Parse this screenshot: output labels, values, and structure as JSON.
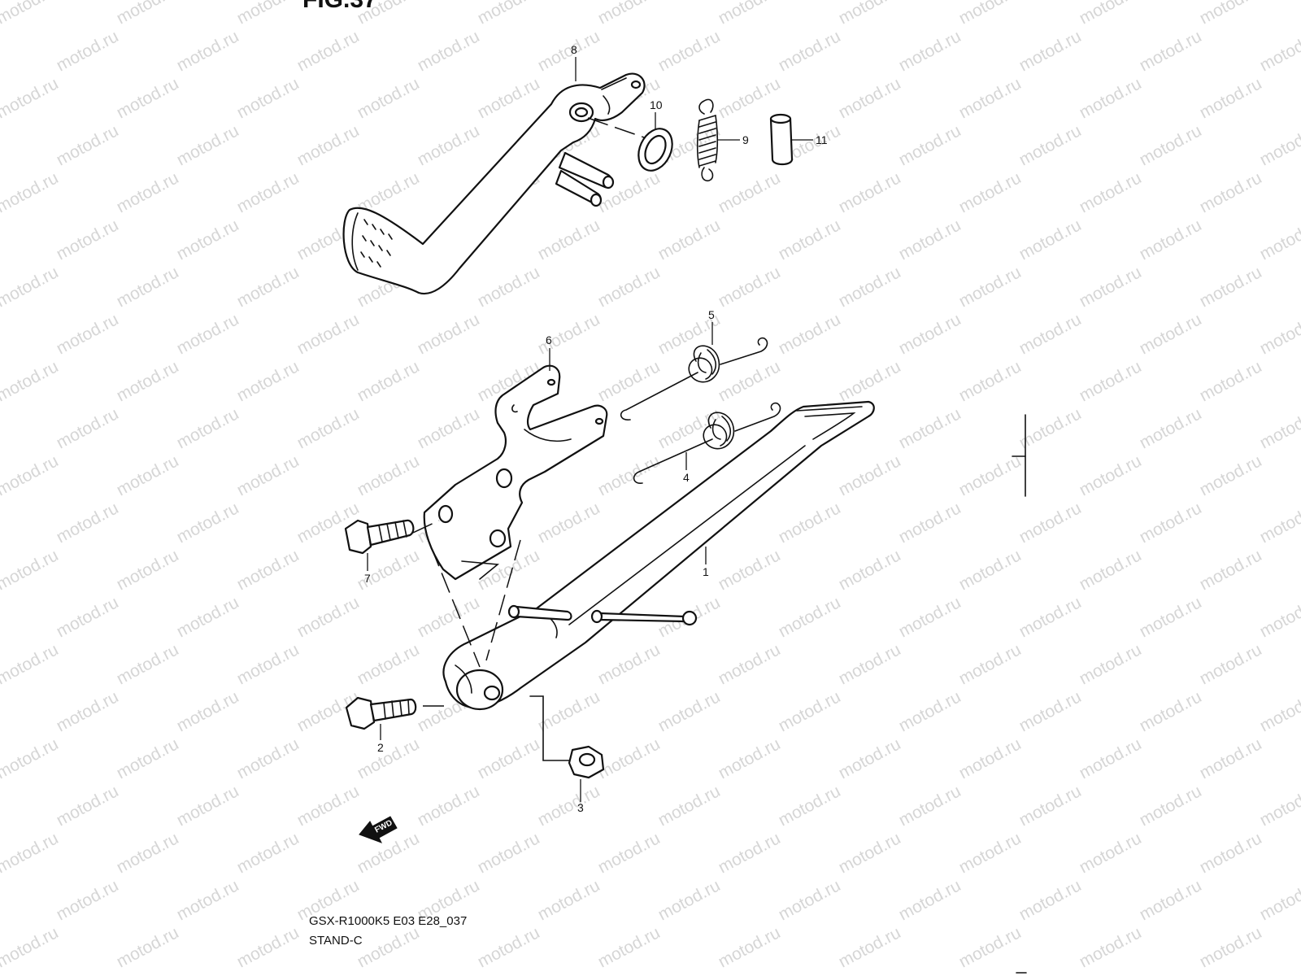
{
  "figure": {
    "title": "FIG.37",
    "caption_model": "GSX-R1000K5 E03 E28_037",
    "caption_name": "STAND-C"
  },
  "watermark": "motod.ru",
  "direction_arrow": "FWD",
  "callouts": {
    "c1": "1",
    "c2": "2",
    "c3": "3",
    "c4": "4",
    "c5": "5",
    "c6": "6",
    "c7": "7",
    "c8": "8",
    "c9": "9",
    "c10": "10",
    "c11": "11"
  }
}
